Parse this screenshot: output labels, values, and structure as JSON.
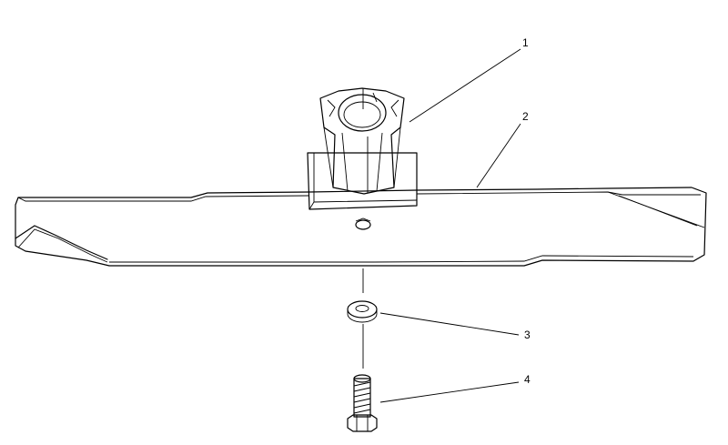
{
  "callouts": [
    {
      "id": "adapter",
      "label": "1"
    },
    {
      "id": "blade",
      "label": "2"
    },
    {
      "id": "washer",
      "label": "3"
    },
    {
      "id": "bolt",
      "label": "4"
    }
  ]
}
